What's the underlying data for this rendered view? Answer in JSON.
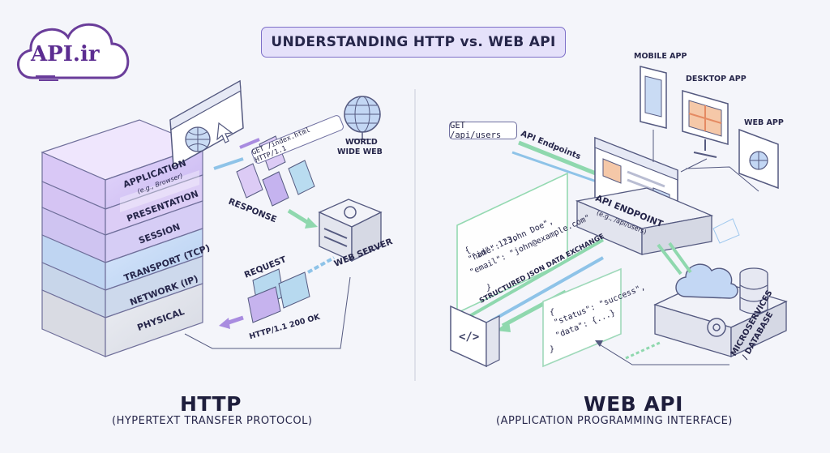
{
  "logo": {
    "text": "API.ir"
  },
  "title": "UNDERSTANDING HTTP vs. WEB API",
  "http": {
    "layers": [
      {
        "label": "APPLICATION",
        "note": "(e.g., Browser)"
      },
      {
        "label": "PRESENTATION"
      },
      {
        "label": "SESSION"
      },
      {
        "label": "TRANSPORT (TCP)"
      },
      {
        "label": "NETWORK (IP)"
      },
      {
        "label": "PHYSICAL"
      }
    ],
    "request_line": "GET /index.html HTTP/1.1",
    "world_wide_web": [
      "WORLD",
      "WIDE WEB"
    ],
    "response_label": "RESPONSE",
    "request_label": "REQUEST",
    "status_line": "HTTP/1.1 200 OK",
    "web_server_label": "WEB SERVER",
    "heading": "HTTP",
    "subheading": "(HYPERTEXT TRANSFER PROTOCOL)"
  },
  "webapi": {
    "get_request": "GET /api/users",
    "endpoints_label": "API Endpoints",
    "clients": [
      "MOBILE APP",
      "DESKTOP APP",
      "WEB APP"
    ],
    "endpoint_title": "API ENDPOINT",
    "endpoint_note": "(e.g., /api/users)",
    "json_request": [
      "{",
      "\"id\": 123,",
      "\"name\": \"John Doe\",",
      "\"email\": \"john@example.com\"",
      "}"
    ],
    "exchange_label": "STRUCTURED JSON DATA EXCHANGE",
    "json_response": [
      "{",
      "\"status\": \"success\",",
      "\"data\": {...}",
      "}"
    ],
    "code_symbol": "</>",
    "microservices_label": [
      "MICROSERVICES",
      "/ DATABASE"
    ],
    "heading": "WEB API",
    "subheading": "(APPLICATION PROGRAMMING INTERFACE)"
  },
  "colors": {
    "accent": "#7d6fc8",
    "dark_text": "#26264a",
    "arrow_green": "#8fd8ae",
    "arrow_purple": "#a98ce0",
    "arrow_blue": "#8ec3e8"
  }
}
